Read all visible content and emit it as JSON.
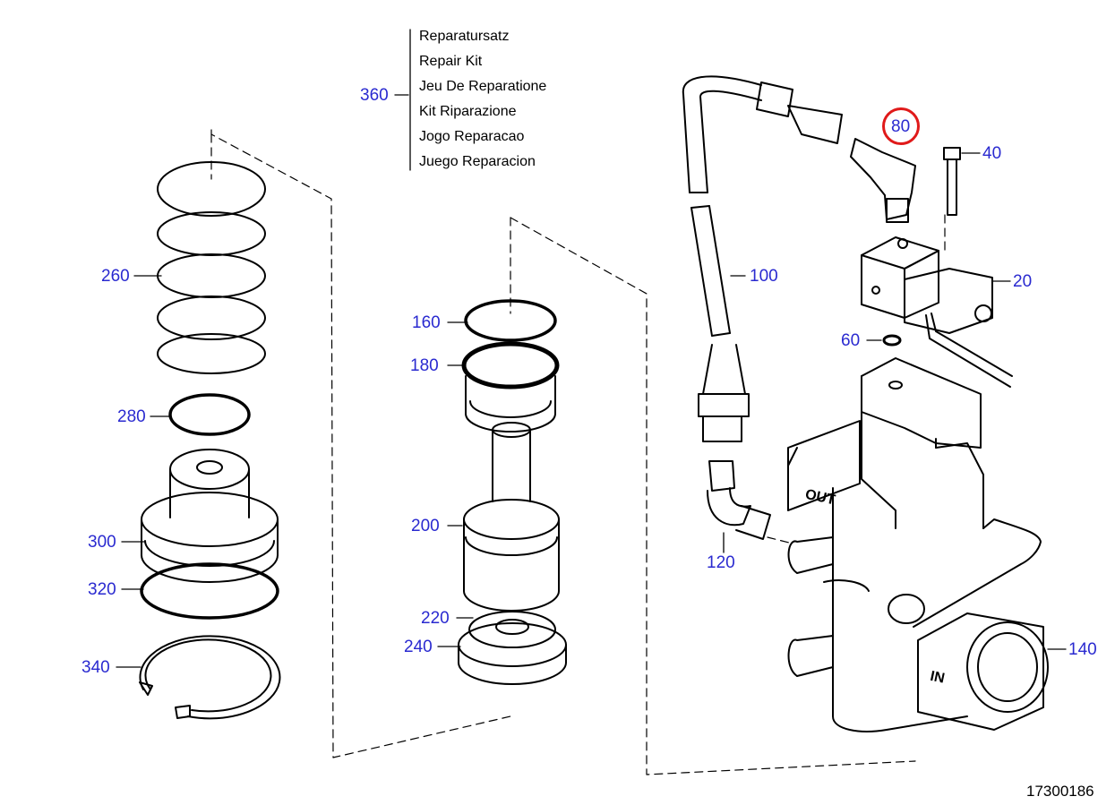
{
  "repair_kit": {
    "callout": "360",
    "lines": [
      "Reparatursatz",
      "Repair Kit",
      "Jeu De Reparatione",
      "Kit Riparazione",
      "Jogo Reparacao",
      "Juego Reparacion"
    ]
  },
  "callouts": {
    "c20": "20",
    "c40": "40",
    "c60": "60",
    "c80": "80",
    "c100": "100",
    "c120": "120",
    "c140": "140",
    "c160": "160",
    "c180": "180",
    "c200": "200",
    "c220": "220",
    "c240": "240",
    "c260": "260",
    "c280": "280",
    "c300": "300",
    "c320": "320",
    "c340": "340"
  },
  "valve_markings": {
    "out": "OUT",
    "in": "IN"
  },
  "highlighted_callout": "80",
  "drawing_number": "17300186",
  "colors": {
    "callout_text": "#2a2ad0",
    "highlight": "#e01a1a",
    "line_art": "#000000"
  }
}
